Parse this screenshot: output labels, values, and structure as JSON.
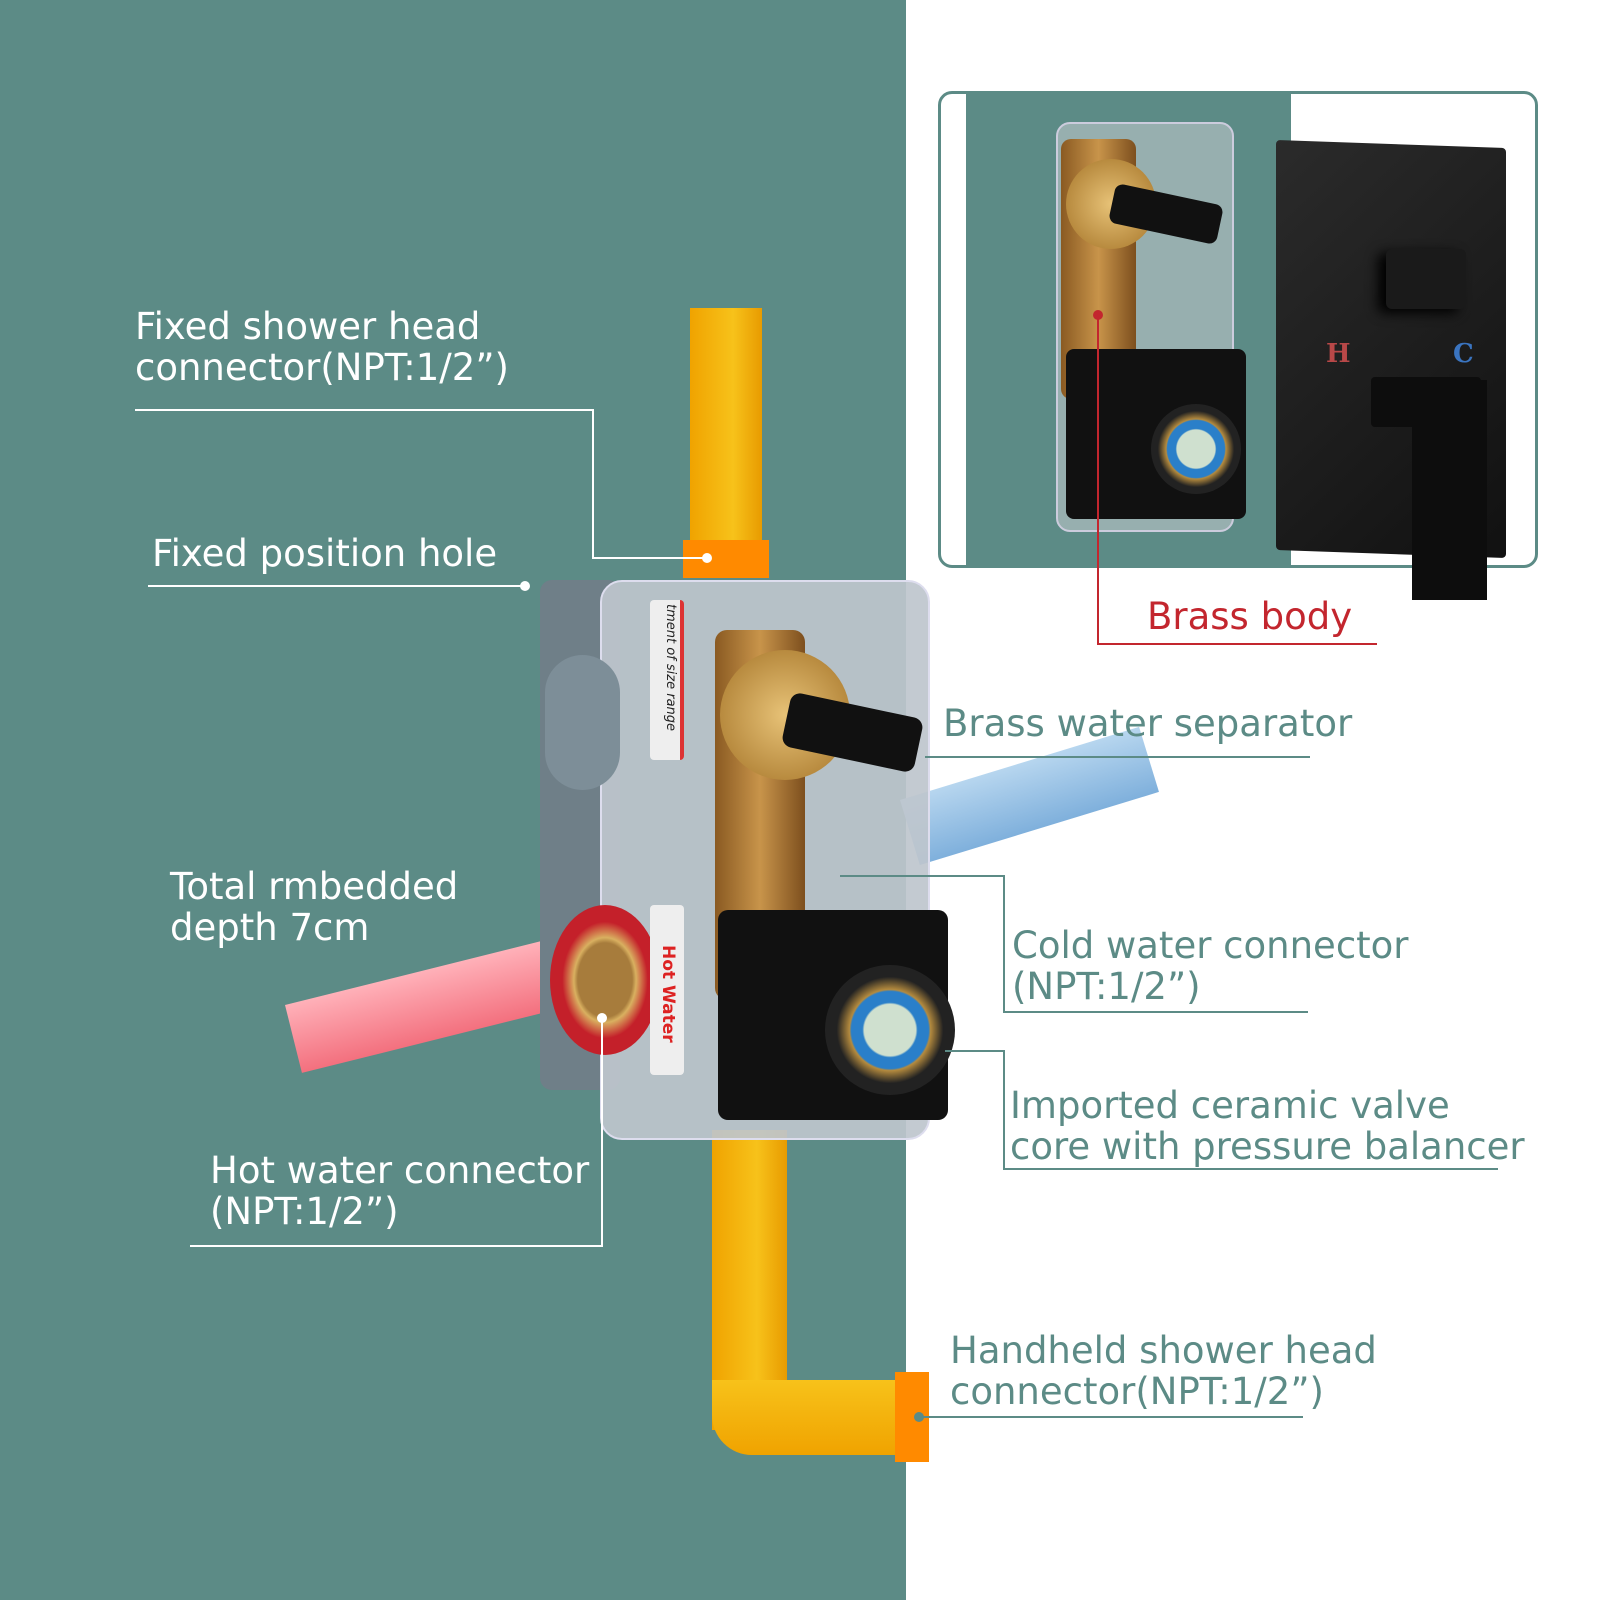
{
  "labels": {
    "fixed_shower": [
      "Fixed shower head",
      "connector(NPT:1/2”)"
    ],
    "fixed_hole": "Fixed position hole",
    "depth": [
      "Total rmbedded",
      "depth 7cm"
    ],
    "hot": [
      "Hot water connector",
      "(NPT:1/2”)"
    ],
    "brass_body": "Brass body",
    "separator": "Brass water separator",
    "cold": [
      "Cold water connector",
      "(NPT:1/2”)"
    ],
    "ceramic": [
      "Imported ceramic valve",
      "core with pressure balancer"
    ],
    "handheld": [
      "Handheld shower head",
      "connector(NPT:1/2”)"
    ]
  },
  "product": {
    "sticker_top": "tment of size range",
    "sticker_hot": "Hot Water",
    "plate_h": "H",
    "plate_c": "C"
  },
  "colors": {
    "teal": "#5c8b86",
    "brass_red": "#c3262e",
    "hot_pipe": "#f26b7a",
    "cold_pipe": "#8dbbe0",
    "yellow_pipe": "#f2b100"
  }
}
